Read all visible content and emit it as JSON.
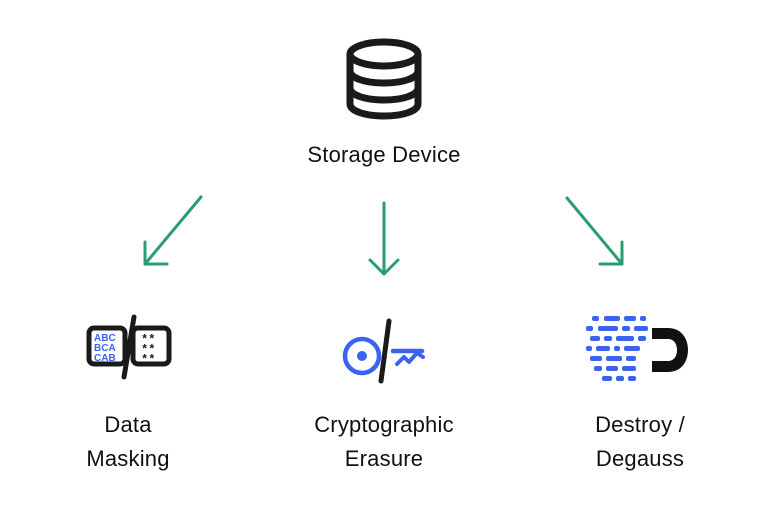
{
  "root": {
    "label": "Storage Device",
    "icon": "database-icon"
  },
  "methods": [
    {
      "line1": "Data",
      "line2": "Masking",
      "icon": "data-masking-icon"
    },
    {
      "line1": "Cryptographic",
      "line2": "Erasure",
      "icon": "key-erasure-icon"
    },
    {
      "line1": "Destroy /",
      "line2": "Degauss",
      "icon": "magnet-degauss-icon"
    }
  ],
  "masking_icon_text": {
    "row1": "ABC",
    "row2": "BCA",
    "row3": "CAB",
    "masked": "**"
  },
  "colors": {
    "arrow": "#2a9d6e",
    "accent_blue": "#3a63f0",
    "text": "#111111",
    "stroke": "#1a1a1a"
  }
}
